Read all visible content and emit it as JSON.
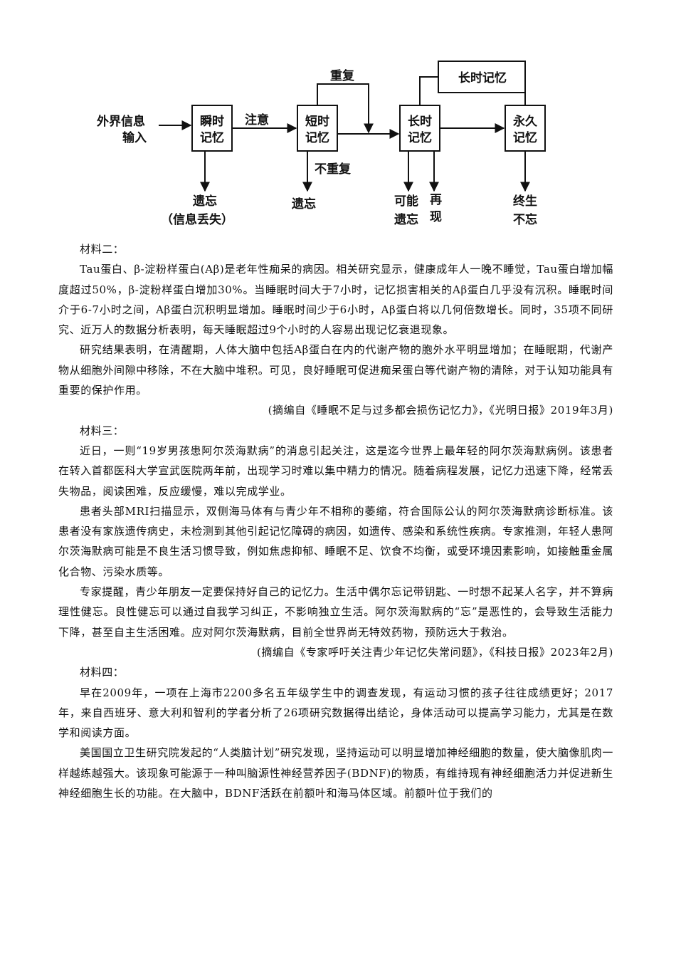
{
  "diagram": {
    "input": [
      "外界信息",
      "输入"
    ],
    "sensory": [
      "瞬时",
      "记忆"
    ],
    "attention": "注意",
    "short_term": [
      "短时",
      "记忆"
    ],
    "repeat": "重复",
    "no_repeat": "不重复",
    "long_term": [
      "长时",
      "记忆"
    ],
    "long_term_top": "长时记忆",
    "permanent": [
      "永久",
      "记忆"
    ],
    "forget1": [
      "遗忘",
      "（信息丢失）"
    ],
    "forget2": "遗忘",
    "maybe_forget": [
      "可能",
      "遗忘"
    ],
    "recall": [
      "再",
      "现"
    ],
    "never_forget": [
      "终生",
      "不忘"
    ]
  },
  "material2": {
    "heading": "材料二：",
    "p1": "Tau蛋白、β-淀粉样蛋白(Aβ)是老年性痴呆的病因。相关研究显示，健康成年人一晚不睡觉，Tau蛋白增加幅度超过50%，β-淀粉样蛋白增加30%。当睡眠时间大于7小时，记忆损害相关的Aβ蛋白几乎没有沉积。睡眠时间介于6-7小时之间，Aβ蛋白沉积明显增加。睡眠时间少于6小时，Aβ蛋白将以几何倍数增长。同时，35项不同研究、近万人的数据分析表明，每天睡眠超过9个小时的人容易出现记忆衰退现象。",
    "p2": "研究结果表明，在清醒期，人体大脑中包括Aβ蛋白在内的代谢产物的胞外水平明显增加；在睡眠期，代谢产物从细胞外间隙中移除，不在大脑中堆积。可见，良好睡眠可促进痴呆蛋白等代谢产物的清除，对于认知功能具有重要的保护作用。",
    "source": "(摘编自《睡眠不足与过多都会损伤记忆力》，《光明日报》2019年3月)"
  },
  "material3": {
    "heading": "材料三：",
    "p1": "近日，一则“19岁男孩患阿尔茨海默病”的消息引起关注，这是迄今世界上最年轻的阿尔茨海默病例。该患者在转入首都医科大学宣武医院两年前，出现学习时难以集中精力的情况。随着病程发展，记忆力迅速下降，经常丢失物品，阅读困难，反应缓慢，难以完成学业。",
    "p2": "患者头部MRI扫描显示，双侧海马体有与青少年不相称的萎缩，符合国际公认的阿尔茨海默病诊断标准。该患者没有家族遗传病史，未检测到其他引起记忆障碍的病因，如遗传、感染和系统性疾病。专家推测，年轻人患阿尔茨海默病可能是不良生活习惯导致，例如焦虑抑郁、睡眠不足、饮食不均衡，或受环境因素影响，如接触重金属化合物、污染水质等。",
    "p3": "专家提醒，青少年朋友一定要保持好自己的记忆力。生活中偶尔忘记带钥匙、一时想不起某人名字，并不算病理性健忘。良性健忘可以通过自我学习纠正，不影响独立生活。阿尔茨海默病的“忘”是恶性的，会导致生活能力下降，甚至自主生活困难。应对阿尔茨海默病，目前全世界尚无特效药物，预防远大于救治。",
    "source": "(摘编自《专家呼吁关注青少年记忆失常问题》，《科技日报》2023年2月)"
  },
  "material4": {
    "heading": "材料四：",
    "p1": "早在2009年，一项在上海市2200多名五年级学生中的调查发现，有运动习惯的孩子往往成绩更好；2017年，来自西班牙、意大利和智利的学者分析了26项研究数据得出结论，身体活动可以提高学习能力，尤其是在数学和阅读方面。",
    "p2": "美国国立卫生研究院发起的“人类脑计划”研究发现，坚持运动可以明显增加神经细胞的数量，使大脑像肌肉一样越练越强大。该现象可能源于一种叫脑源性神经营养因子(BDNF)的物质，有维持现有神经细胞活力并促进新生神经细胞生长的功能。在大脑中，BDNF活跃在前额叶和海马体区域。前额叶位于我们的"
  }
}
